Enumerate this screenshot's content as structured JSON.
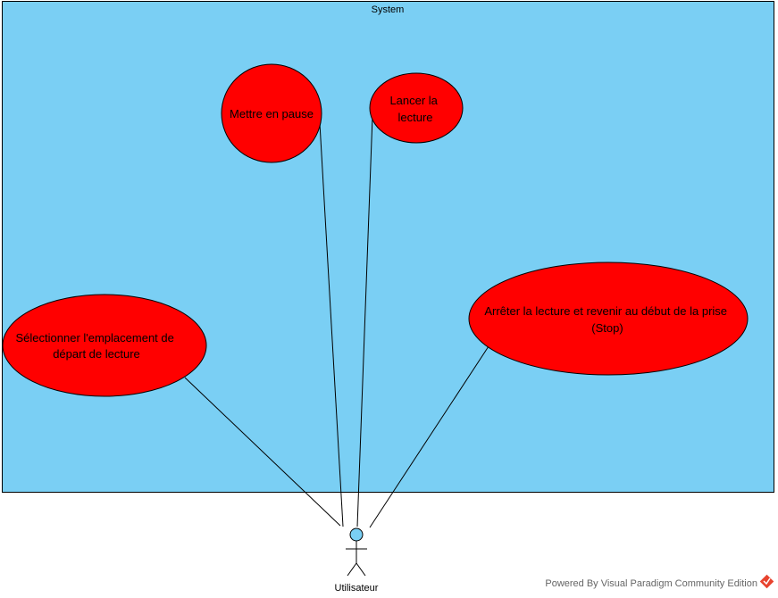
{
  "colors": {
    "system_fill": "#7ACFF4",
    "use_case_fill": "#FF0000",
    "actor_head": "#7ACFF4"
  },
  "system": {
    "title": "System"
  },
  "use_cases": [
    {
      "id": "pause",
      "lines": [
        "Mettre en pause"
      ]
    },
    {
      "id": "lancer",
      "lines": [
        "Lancer la",
        "lecture"
      ]
    },
    {
      "id": "selection",
      "lines": [
        "Sélectionner l'emplacement de",
        "départ de lecture"
      ]
    },
    {
      "id": "stop",
      "lines": [
        "Arrêter la lecture et revenir au début de la prise",
        "(Stop)"
      ]
    }
  ],
  "actor": {
    "name": "Utilisateur"
  },
  "footer": {
    "text": "Powered By  Visual Paradigm Community Edition",
    "logo_icon": "visual-paradigm-logo-icon"
  }
}
